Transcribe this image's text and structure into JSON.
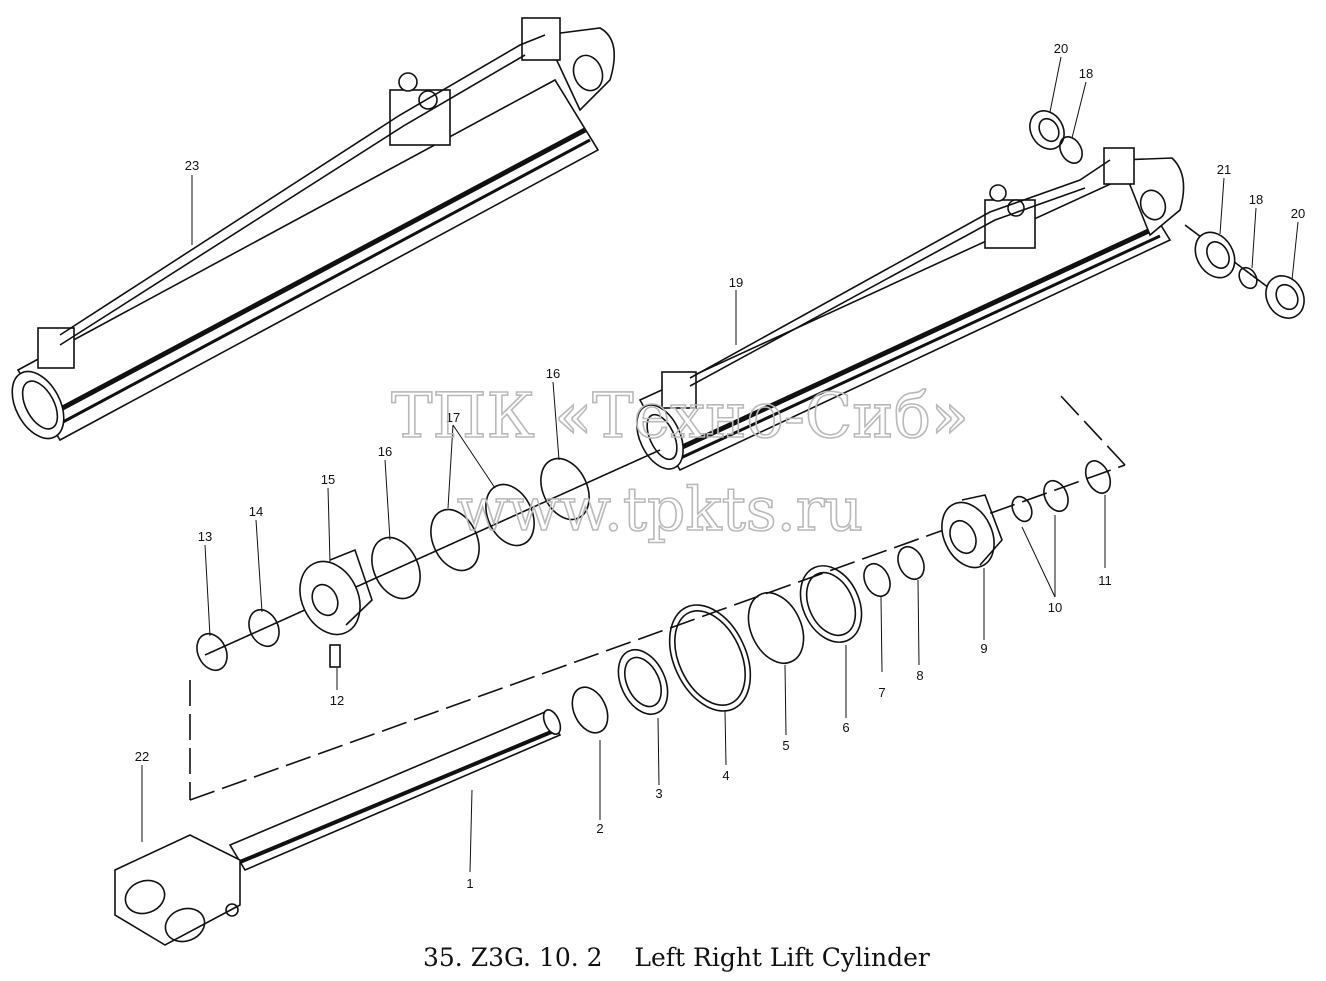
{
  "caption": "35. Z3G. 10. 2    Left Right Lift Cylinder",
  "watermark": {
    "line1": "ТПК «Техно-Сиб»",
    "line2": "www.tpkts.ru"
  },
  "callouts": [
    "1",
    "2",
    "3",
    "4",
    "5",
    "6",
    "7",
    "8",
    "9",
    "10",
    "11",
    "12",
    "13",
    "14",
    "15",
    "16",
    "16",
    "17",
    "18",
    "18",
    "19",
    "20",
    "20",
    "21",
    "22",
    "23"
  ],
  "colors": {
    "ink": "#111111",
    "watermark": "#b9b9b9",
    "background": "#ffffff"
  }
}
